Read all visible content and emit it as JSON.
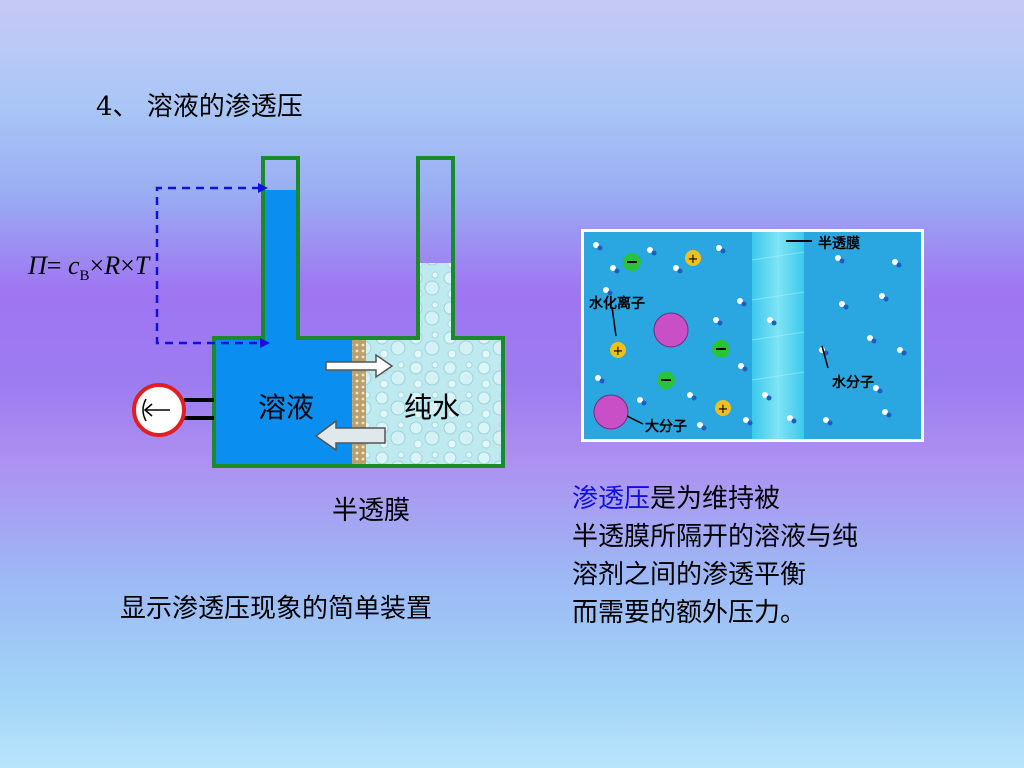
{
  "slide": {
    "title": "4、 溶液的渗透压",
    "formula": {
      "pi": "Π",
      "eq": "= ",
      "c": "c",
      "c_sub": "B",
      "times1": "×",
      "r": "R",
      "times2": "×",
      "t": "T"
    },
    "apparatus": {
      "solution_label": "溶液",
      "water_label": "纯水",
      "membrane_label": "半透膜",
      "caption": "显示渗透压现象的简单装置"
    },
    "molecule_figure": {
      "membrane_label": "半透膜",
      "hydrated_ion_label": "水化离子",
      "water_molecule_label": "水分子",
      "macromolecule_label": "大分子"
    },
    "definition": {
      "highlight": "渗透压",
      "line1_rest": "是为维持被",
      "line2": "半透膜所隔开的溶液与纯",
      "line3": "溶剂之间的渗透平衡",
      "line4": "而需要的额外压力。"
    },
    "colors": {
      "solution_blue": "#0a8ef0",
      "tube_green": "#1a8a2a",
      "arrow_blue": "#1010e0",
      "highlight_text": "#1010e0",
      "pressure_circle": "#e02020"
    }
  }
}
